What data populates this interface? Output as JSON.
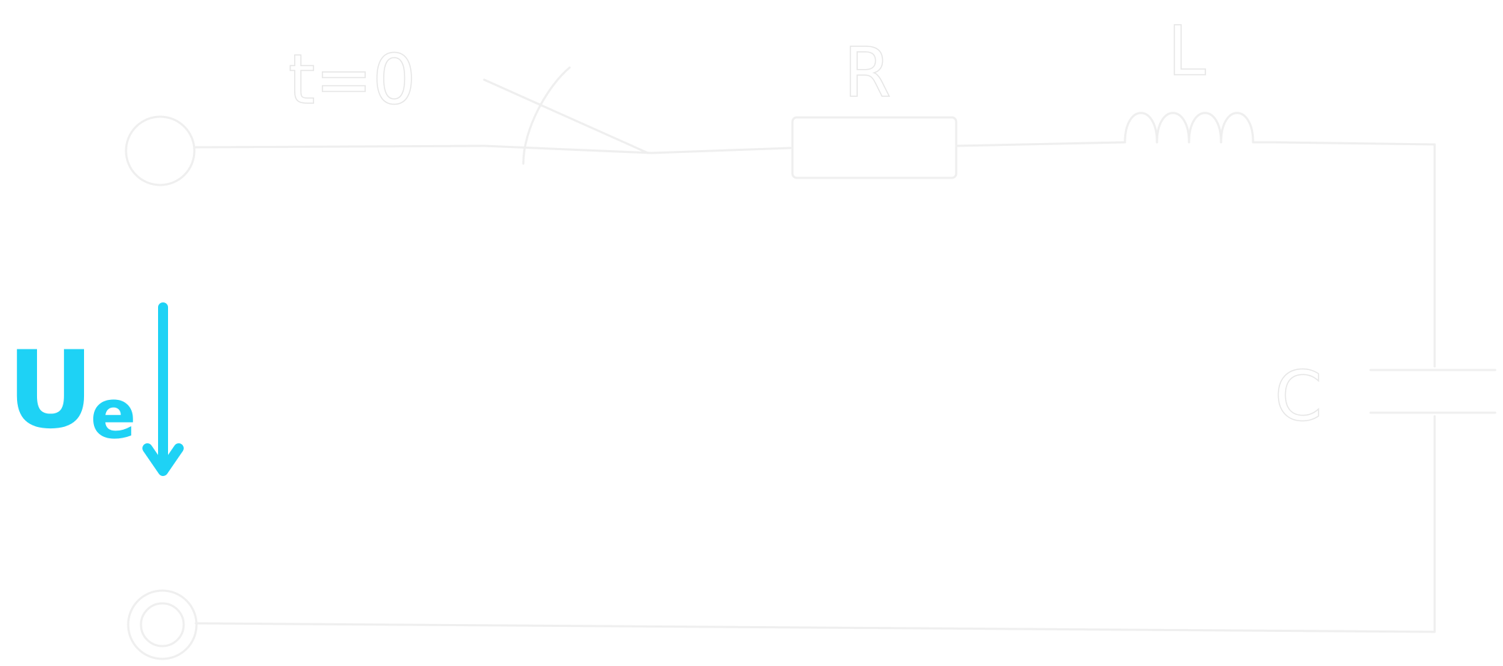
{
  "diagram": {
    "switch_label": "t=0",
    "resistor_label": "R",
    "inductor_label": "L",
    "capacitor_label": "C",
    "voltage_label": {
      "main": "U",
      "subscript": "e"
    },
    "colors": {
      "voltage": "#1ed2f5",
      "circuit": "#efefef",
      "background": "#ffffff"
    }
  }
}
